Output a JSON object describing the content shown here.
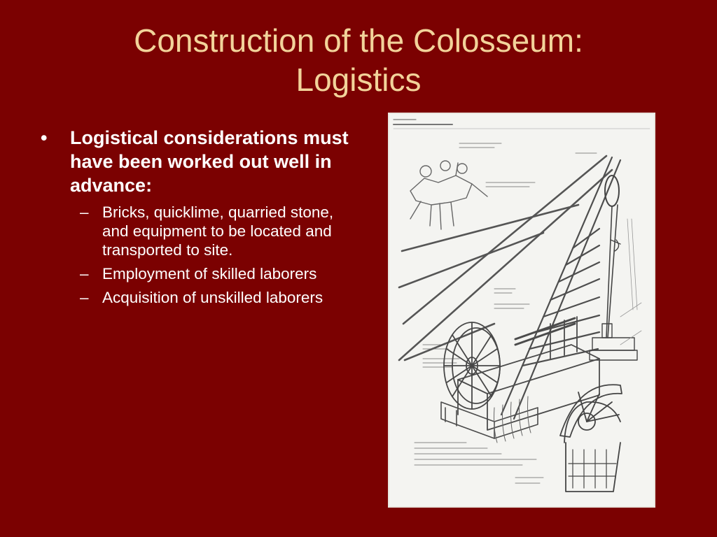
{
  "title": {
    "line1": "Construction of the Colosseum:",
    "line2": "Logistics"
  },
  "bullets": {
    "main": {
      "marker": "•",
      "text": "Logistical considerations must have been worked out well in advance:"
    },
    "sub": [
      {
        "marker": "–",
        "text": "Bricks, quicklime, quarried stone, and equipment to be located and transported to site."
      },
      {
        "marker": "–",
        "text": "Employment of skilled laborers"
      },
      {
        "marker": "–",
        "text": "Acquisition of unskilled laborers"
      }
    ]
  },
  "colors": {
    "background": "#7b0101",
    "title": "#f2d39a",
    "body_text": "#ffffff",
    "figure_paper": "#f4f4f1",
    "ink": "#5a5a5a"
  }
}
